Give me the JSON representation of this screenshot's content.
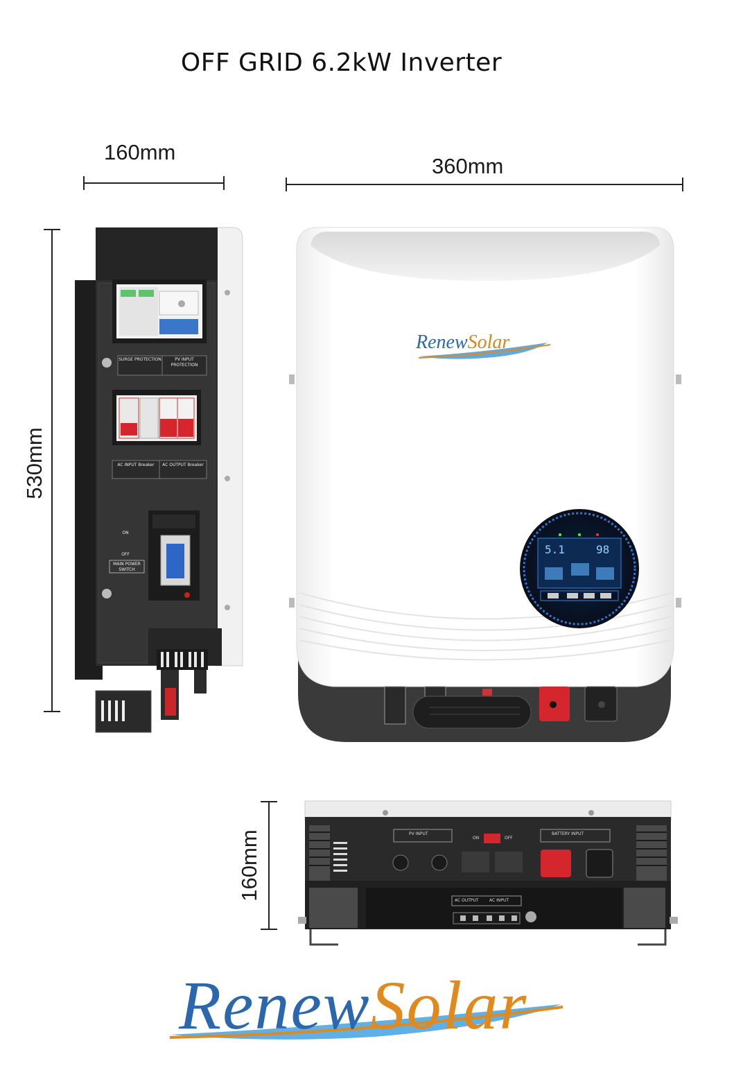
{
  "title": "OFF GRID 6.2kW Inverter",
  "dimensions": {
    "side_width": "160mm",
    "front_width": "360mm",
    "height": "530mm",
    "bottom_depth": "160mm"
  },
  "brand": {
    "part1": "Renew",
    "part2": "Solar"
  },
  "side_labels": {
    "surge": "SURGE PROTECTION",
    "pv_input": "PV INPUT PROTECTION",
    "ac_input": "AC INPUT Breaker",
    "ac_output": "AC OUTPUT Breaker",
    "on": "ON",
    "off": "OFF",
    "main_power": "MAIN POWER SWITCH"
  },
  "bottom_labels": {
    "pv_input": "PV INPUT",
    "battery_input": "BATTERY INPUT",
    "ac_output": "AC OUTPUT",
    "ac_input": "AC INPUT",
    "on": "ON",
    "off": "OFF"
  },
  "display": {
    "left_value": "5.1",
    "right_value": "98"
  },
  "colors": {
    "brand_blue": "#2a67ad",
    "brand_orange": "#e08a1e",
    "body_dark": "#2b2b2b",
    "breaker_red": "#d6262d"
  }
}
